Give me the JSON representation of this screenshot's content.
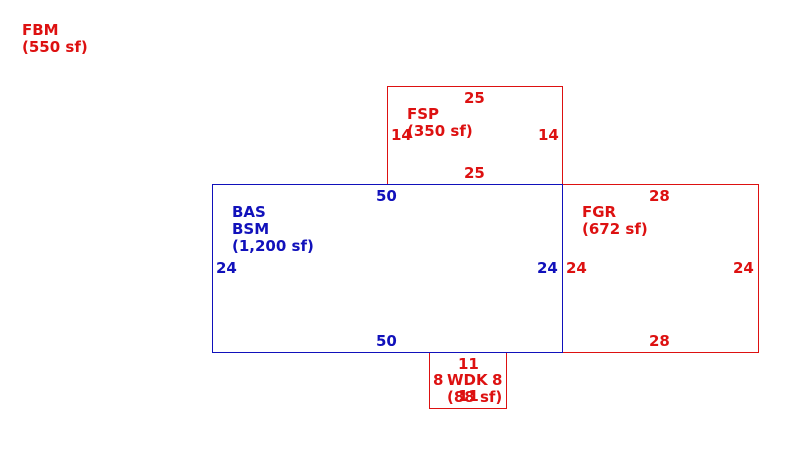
{
  "colors": {
    "red": "#dd1111",
    "blue": "#1111bb"
  },
  "fbm": {
    "code": "FBM",
    "area": "(550 sf)"
  },
  "fsp": {
    "code": "FSP",
    "area": "(350 sf)",
    "top": "25",
    "bottom": "25",
    "left": "14",
    "right": "14"
  },
  "bas": {
    "code1": "BAS",
    "code2": "BSM",
    "area": "(1,200 sf)",
    "top": "50",
    "bottom": "50",
    "left": "24",
    "right": "24"
  },
  "fgr": {
    "code": "FGR",
    "area": "(672 sf)",
    "top": "28",
    "bottom": "28",
    "left": "24",
    "right": "24"
  },
  "wdk": {
    "code": "WDK",
    "area": "(88 sf)",
    "top": "11",
    "bottom": "11",
    "left": "8",
    "right": "8"
  }
}
